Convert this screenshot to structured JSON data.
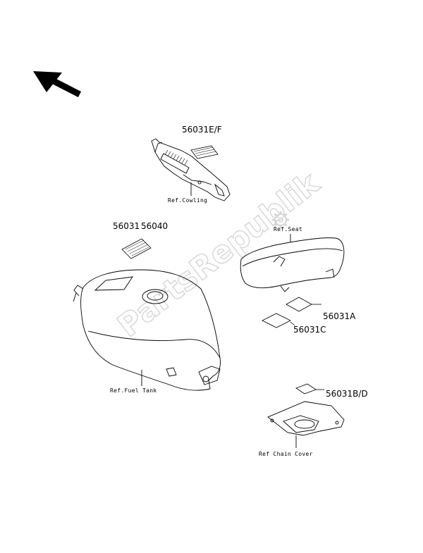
{
  "watermark": {
    "text": "PartsRepublik"
  },
  "labels": {
    "part_56031_ef": "56031E/F",
    "ref_cowling": "Ref.Cowling",
    "part_56031": "56031",
    "part_56040": "56040",
    "ref_seat": "Ref.Seat",
    "part_56031a": "56031A",
    "part_56031c": "56031C",
    "ref_fuel_tank": "Ref.Fuel Tank",
    "part_56031bd": "56031B/D",
    "ref_chain_cover": "Ref Chain Cover"
  },
  "icons": {
    "direction_arrow": "front-direction-arrow-icon",
    "watermark_gear": "gear-icon"
  }
}
